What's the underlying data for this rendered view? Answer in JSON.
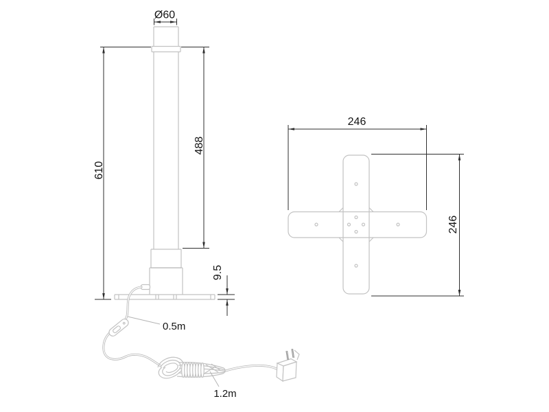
{
  "front_view": {
    "dim_diameter": "Ø60",
    "dim_total_height": "610",
    "dim_tube_length": "488",
    "dim_base_thickness": "9.5",
    "cable_switch_distance": "0.5m",
    "cable_total_length": "1.2m"
  },
  "top_view": {
    "dim_width": "246",
    "dim_depth": "246"
  },
  "colors": {
    "outline_light": "#c2c2c2",
    "outline_medium": "#9c9c9c",
    "dimension_line": "#2e2e2e",
    "text": "#141414",
    "background": "#ffffff"
  }
}
